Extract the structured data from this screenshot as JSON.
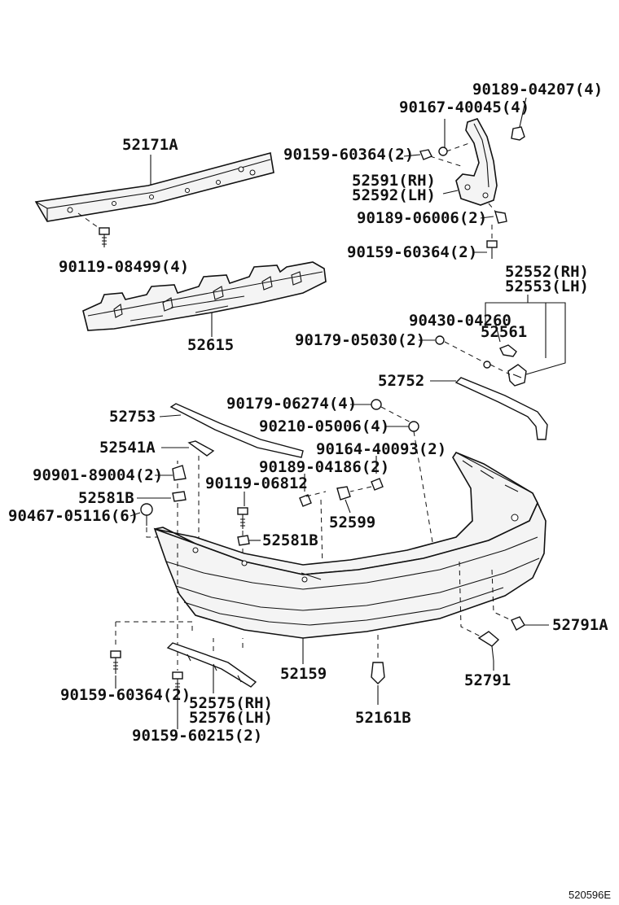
{
  "labels": {
    "p90189_04207": "90189-04207(4)",
    "p90167_40045": "90167-40045(4)",
    "p90159_60364_a": "90159-60364(2)",
    "p52591": "52591(RH)",
    "p52592": "52592(LH)",
    "p90189_06006": "90189-06006(2)",
    "p90159_60364_b": "90159-60364(2)",
    "p52171A": "52171A",
    "p90119_08499": "90119-08499(4)",
    "p52615": "52615",
    "p52552": "52552(RH)",
    "p52553": "52553(LH)",
    "p90430_04260": "90430-04260",
    "p52561": "52561",
    "p90179_05030": "90179-05030(2)",
    "p52752": "52752",
    "p90179_06274": "90179-06274(4)",
    "p52753": "52753",
    "p90210_05006": "90210-05006(4)",
    "p52541A": "52541A",
    "p90164_40093": "90164-40093(2)",
    "p90901_89004": "90901-89004(2)",
    "p90189_04186": "90189-04186(2)",
    "p52581B_a": "52581B",
    "p90119_06812": "90119-06812",
    "p90467_05116": "90467-05116(6)",
    "p52599": "52599",
    "p52581B_b": "52581B",
    "p52791A": "52791A",
    "p52159": "52159",
    "p52791": "52791",
    "p90159_60364_c": "90159-60364(2)",
    "p52575": "52575(RH)",
    "p52576": "52576(LH)",
    "p52161B": "52161B",
    "p90159_60215": "90159-60215(2)"
  },
  "footer": {
    "diagram_code": "520596E"
  }
}
